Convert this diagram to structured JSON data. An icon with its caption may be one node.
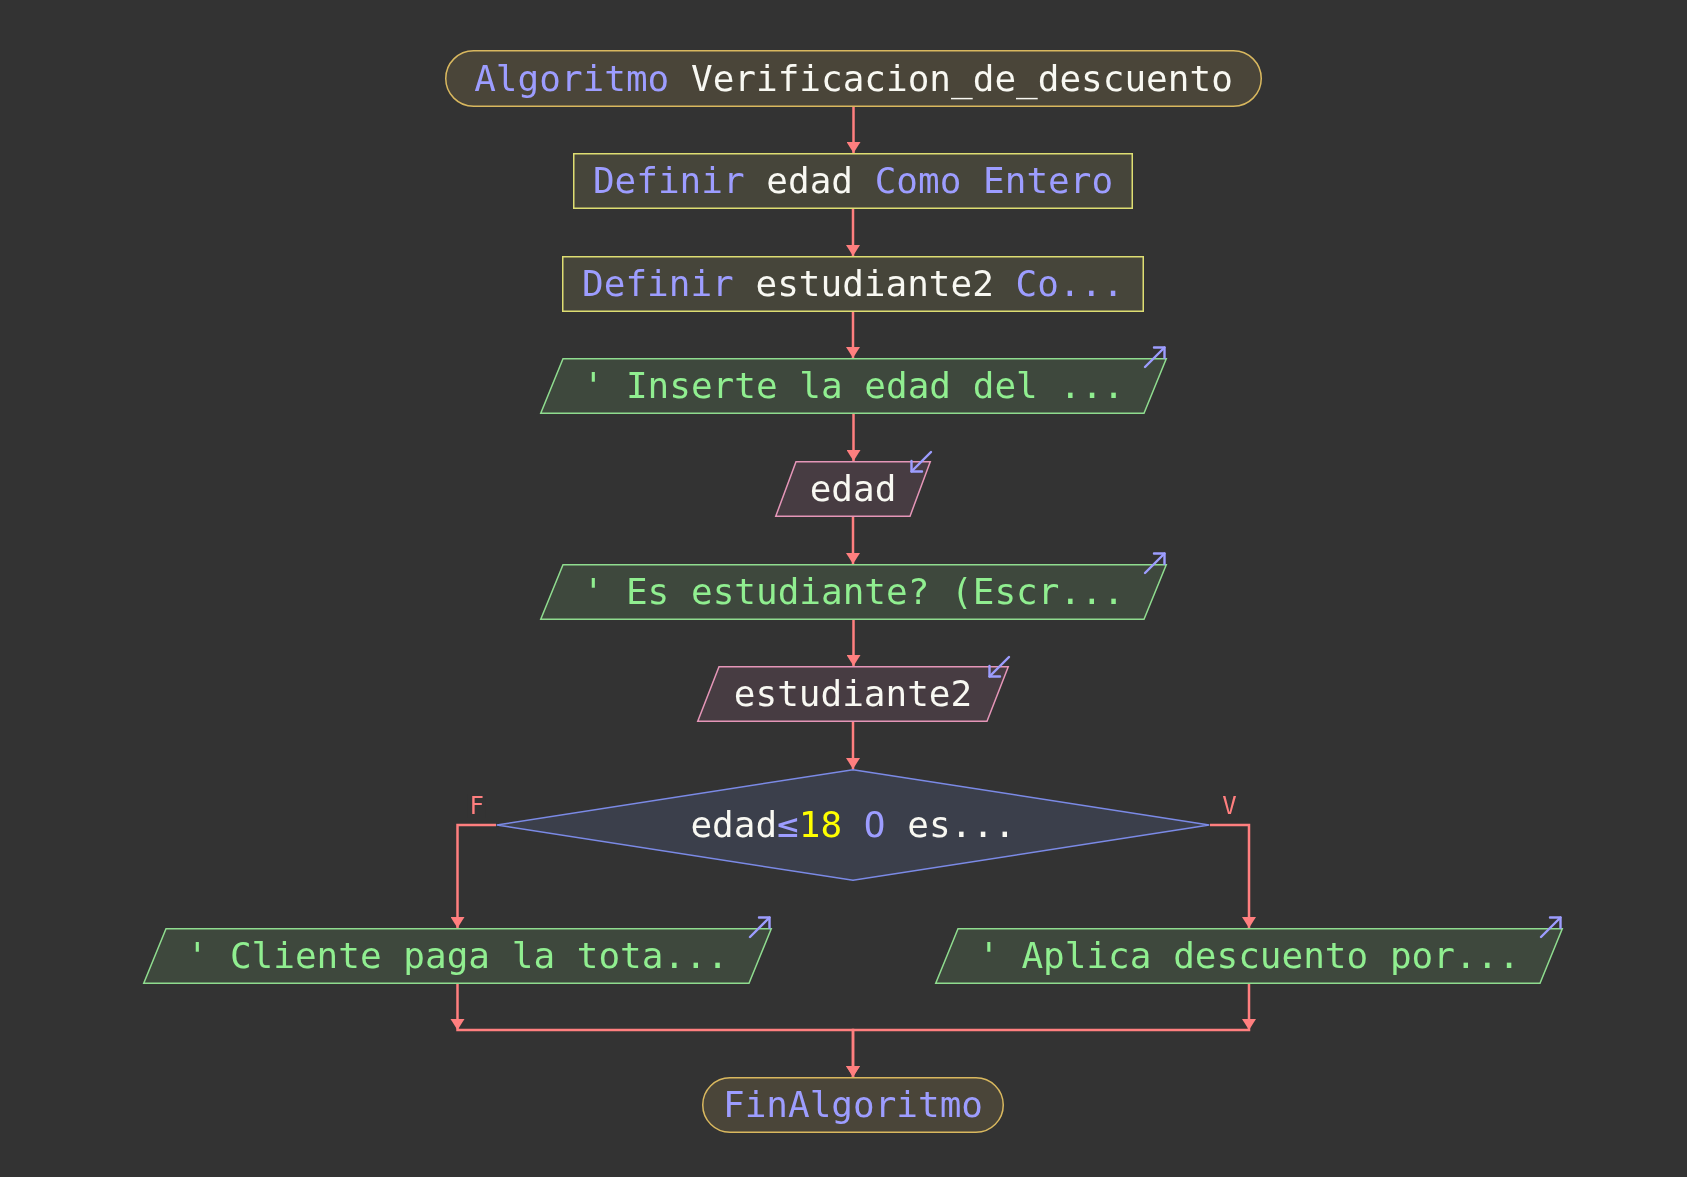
{
  "diagram": {
    "nodes": [
      {
        "text": [
          "Algoritmo Verificacion_de_descuento"
        ]
      },
      {
        "text": [
          "Definir edad Como Entero"
        ]
      },
      {
        "text": [
          "Definir estudiante2 Co..."
        ]
      },
      {
        "text": [
          "' Inserte la edad del ..."
        ]
      },
      {
        "text": [
          "edad"
        ]
      },
      {
        "text": [
          "' Es estudiante? (Escr..."
        ]
      },
      {
        "text": [
          "estudiante2"
        ]
      },
      {
        "text": [
          "edad≤18 O es..."
        ]
      },
      {
        "text": [
          "' Cliente paga la tota..."
        ]
      },
      {
        "text": [
          "' Aplica descuento por..."
        ]
      },
      {
        "text": [
          "FinAlgoritmo"
        ]
      }
    ],
    "edges": [
      {
        "from": 0,
        "to": 1,
        "arrow": "to"
      },
      {
        "from": 1,
        "to": 2,
        "arrow": "to"
      },
      {
        "from": 2,
        "to": 3,
        "arrow": "to"
      },
      {
        "from": 3,
        "to": 4,
        "arrow": "to"
      },
      {
        "from": 4,
        "to": 5,
        "arrow": "to"
      },
      {
        "from": 5,
        "to": 6,
        "arrow": "to"
      },
      {
        "from": 6,
        "to": 7,
        "arrow": "to"
      },
      {
        "from": 7,
        "to": 8,
        "arrow": "to",
        "label": "F"
      },
      {
        "from": 7,
        "to": 9,
        "arrow": "to",
        "label": "V"
      },
      {
        "from": 8,
        "to": 10,
        "arrow": "to"
      },
      {
        "from": 9,
        "to": 10,
        "arrow": "to"
      }
    ]
  }
}
